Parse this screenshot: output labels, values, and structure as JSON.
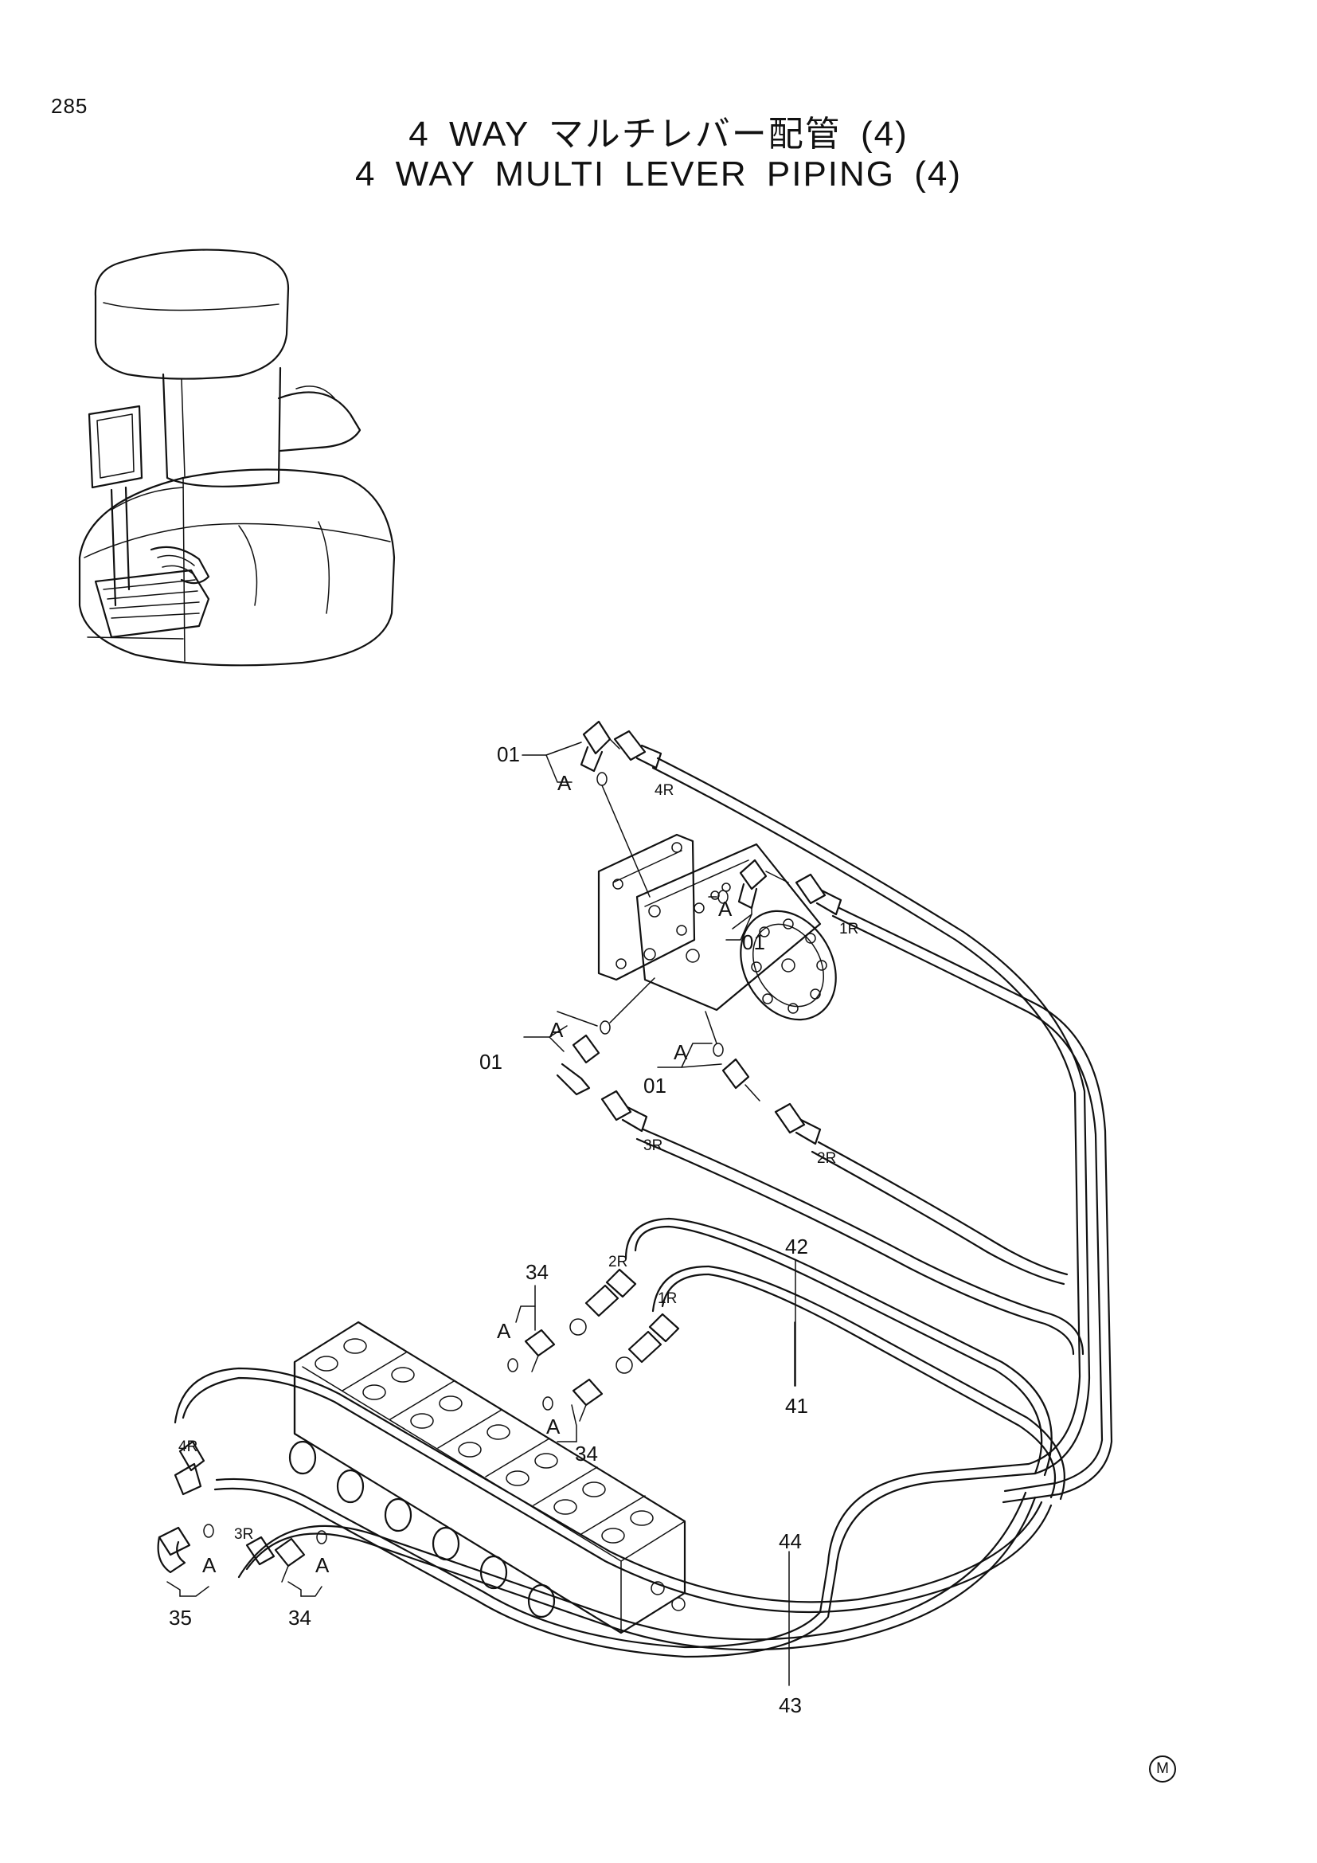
{
  "page": {
    "number": "285"
  },
  "title": {
    "japanese": "4 WAY マルチレバー配管 (4)",
    "english": "4 WAY MULTI LEVER PIPING (4)"
  },
  "callouts": {
    "part_01_a": "01",
    "part_01_b": "01",
    "part_01_c": "01",
    "part_01_d": "01",
    "part_34_top": "34",
    "part_34_mid": "34",
    "part_34_bottom": "34",
    "part_35": "35",
    "part_41": "41",
    "part_42": "42",
    "part_43": "43",
    "part_44": "44"
  },
  "detail_marks": {
    "a1": "A",
    "a2": "A",
    "a3": "A",
    "a4": "A",
    "a5": "A",
    "a6": "A",
    "a7": "A",
    "a8": "A"
  },
  "port_labels": {
    "r4_top": "4R",
    "r1_top": "1R",
    "r3_top": "3R",
    "r2_top": "2R",
    "r2_bottom": "2R",
    "r1_bottom": "1R",
    "r4_bottom": "4R",
    "r3_bottom": "3R"
  },
  "footer": {
    "mark": "M"
  }
}
